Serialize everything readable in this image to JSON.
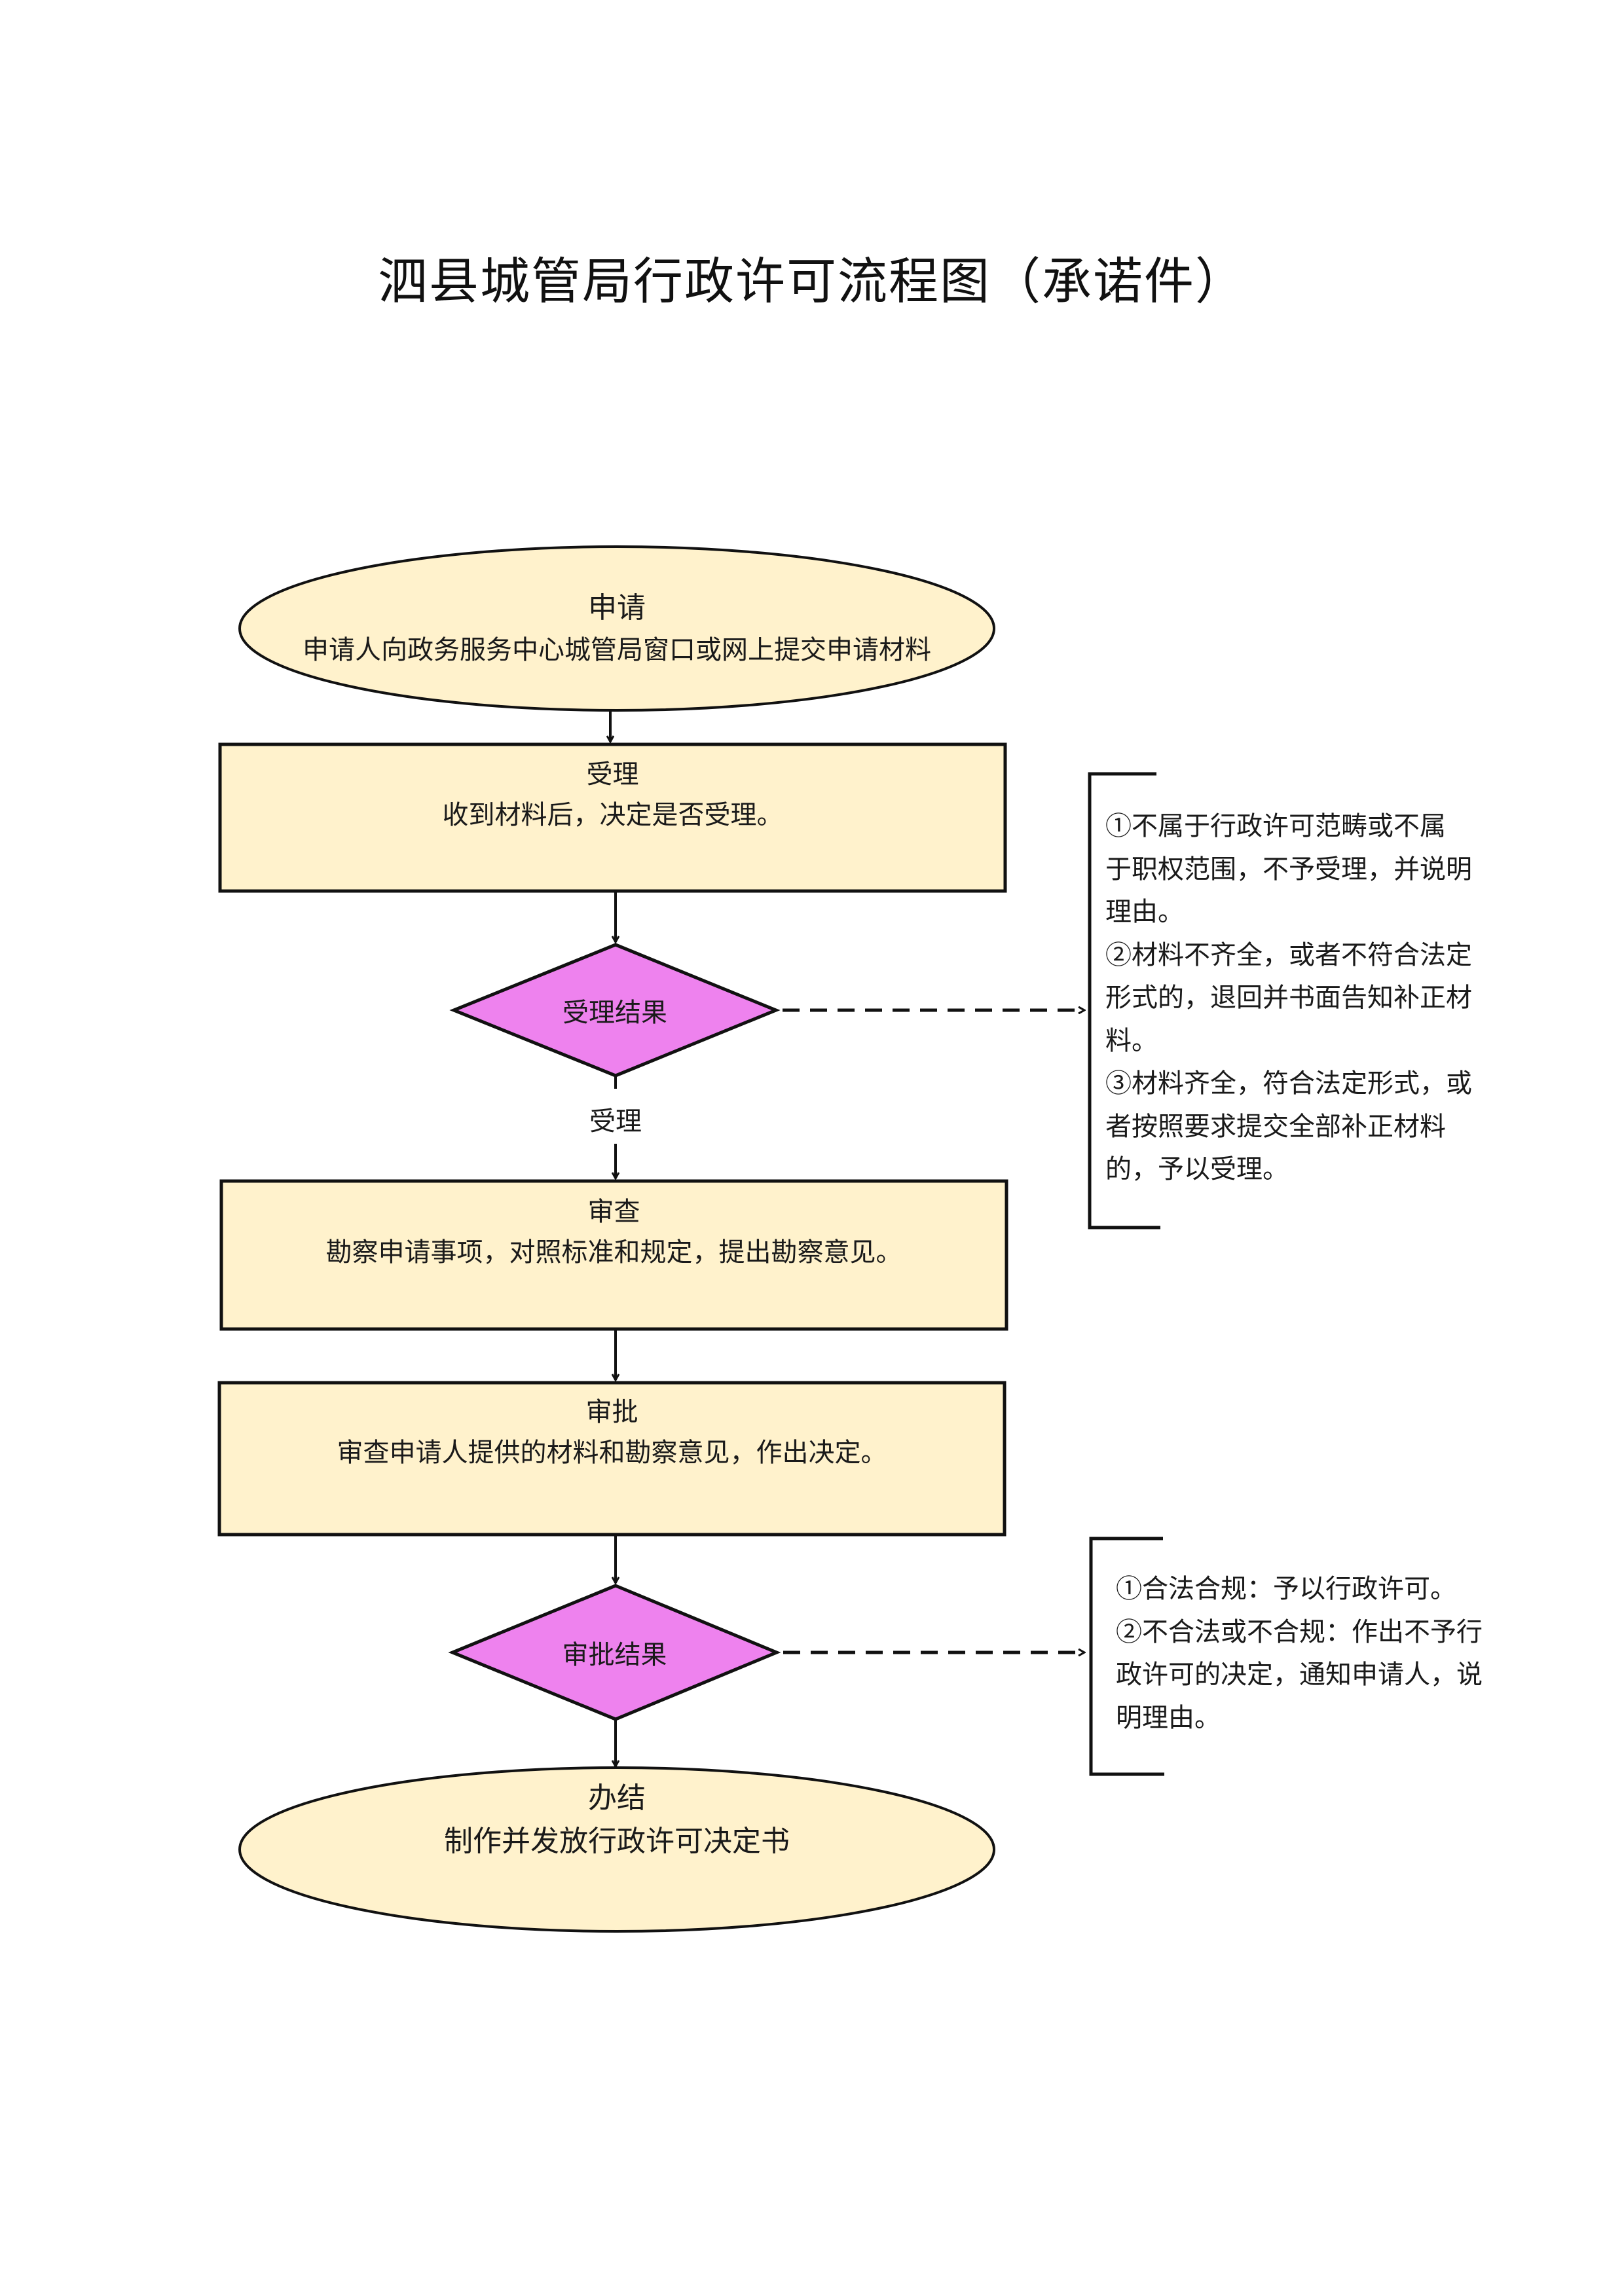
{
  "title": "泗县城管局行政许可流程图（承诺件）",
  "colors": {
    "process_fill": "#fff2cc",
    "decision_fill": "#ee82ee",
    "stroke": "#111111"
  },
  "nodes": {
    "apply": {
      "title": "申请",
      "text": "申请人向政务服务中心城管局窗口或网上提交申请材料"
    },
    "accept": {
      "title": "受理",
      "text": "收到材料后，决定是否受理。"
    },
    "accept_result": {
      "label": "受理结果"
    },
    "review": {
      "title": "审查",
      "text": "勘察申请事项，对照标准和规定，提出勘察意见。"
    },
    "approve": {
      "title": "审批",
      "text": "审查申请人提供的材料和勘察意见，作出决定。"
    },
    "approve_result": {
      "label": "审批结果"
    },
    "finish": {
      "title": "办结",
      "text": "制作并发放行政许可决定书"
    }
  },
  "edge_labels": {
    "accept_yes": "受理"
  },
  "notes": {
    "accept_result": [
      "①不属于行政许可范畴或不属",
      "于职权范围，不予受理，并说明",
      "理由。",
      "②材料不齐全，或者不符合法定",
      "形式的，退回并书面告知补正材",
      "料。",
      "③材料齐全，符合法定形式，或",
      "者按照要求提交全部补正材料",
      "的，予以受理。"
    ],
    "approve_result": [
      "①合法合规：予以行政许可。",
      "②不合法或不合规：作出不予行",
      "政许可的决定，通知申请人，说",
      "明理由。"
    ]
  }
}
